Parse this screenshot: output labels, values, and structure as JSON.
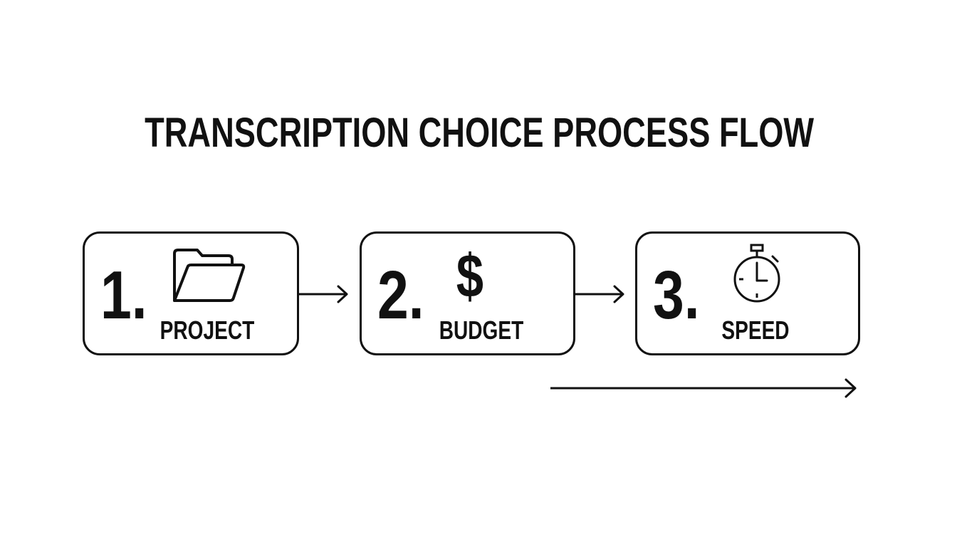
{
  "title": "TRANSCRIPTION CHOICE PROCESS FLOW",
  "steps": [
    {
      "number": "1.",
      "label": "PROJECT",
      "icon": "folder-icon"
    },
    {
      "number": "2.",
      "label": "BUDGET",
      "icon": "dollar-sign-icon",
      "icon_glyph": "$"
    },
    {
      "number": "3.",
      "label": "SPEED",
      "icon": "stopwatch-icon"
    }
  ],
  "colors": {
    "stroke": "#111111",
    "background": "#ffffff"
  }
}
